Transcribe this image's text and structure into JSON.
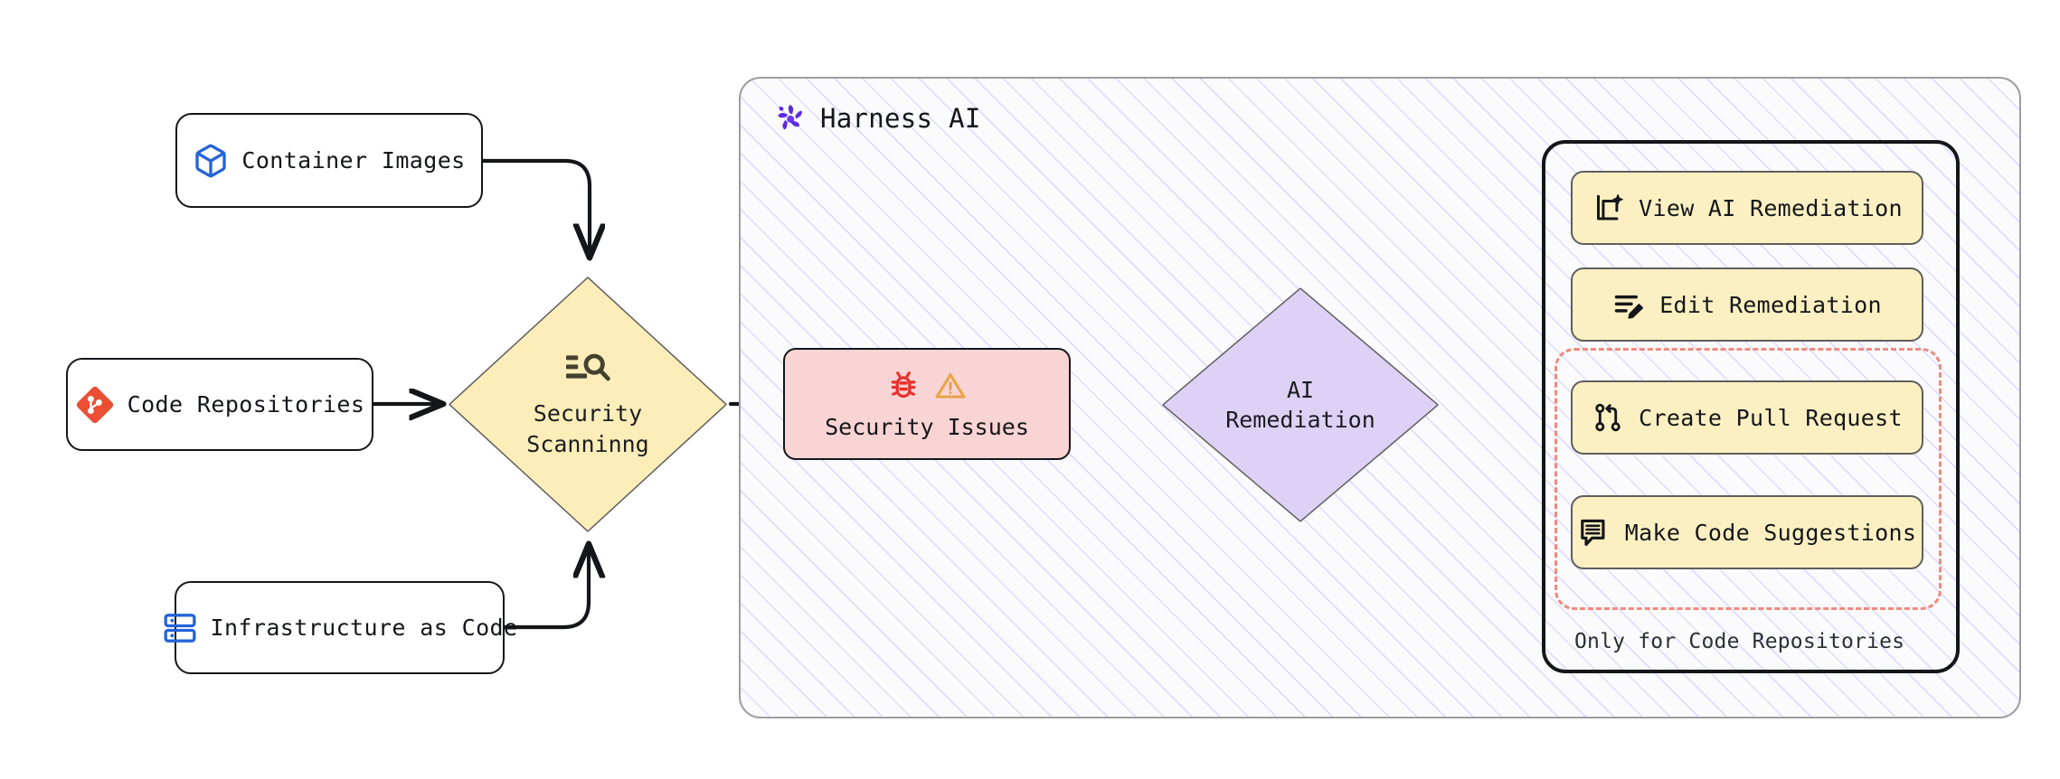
{
  "diagram": {
    "title": "Harness AI security scanning and AI remediation flow",
    "colors": {
      "container_border": "#9e9e9e",
      "container_stripe": "#6c63ff",
      "scan_fill": "#fcedb9",
      "issues_fill": "#f9d4d4",
      "remediation_fill": "#ddd1f5",
      "action_fill": "#fcf0c2",
      "dashed_border": "#f08a7e",
      "harness_purple": "#5b2ae0",
      "container_icon_blue": "#2563d9",
      "git_red": "#ec4e34",
      "bug_red": "#e8302a",
      "warning_orange": "#e8a44a"
    }
  },
  "inputs": [
    {
      "id": "container-images",
      "label": "Container Images",
      "icon": "cube-icon"
    },
    {
      "id": "code-repositories",
      "label": "Code Repositories",
      "icon": "git-icon"
    },
    {
      "id": "infrastructure-as-code",
      "label": "Infrastructure as Code",
      "icon": "server-icon"
    }
  ],
  "scan": {
    "line1": "Security",
    "line2": "Scanninng",
    "icon": "scan-search-icon"
  },
  "issues": {
    "label": "Security Issues",
    "icons": [
      "bug-icon",
      "warning-triangle-icon"
    ]
  },
  "harness": {
    "title": "Harness AI",
    "logo_icon": "harness-logo-icon"
  },
  "remediation": {
    "line1": "AI",
    "line2": "Remediation"
  },
  "actions": [
    {
      "id": "view-ai-remediation",
      "label": "View AI Remediation",
      "icon": "ai-document-icon"
    },
    {
      "id": "edit-remediation",
      "label": "Edit Remediation",
      "icon": "edit-lines-icon"
    },
    {
      "id": "create-pull-request",
      "label": "Create Pull Request",
      "icon": "pull-request-icon"
    },
    {
      "id": "make-code-suggestions",
      "label": "Make Code Suggestions",
      "icon": "comment-lines-icon"
    }
  ],
  "dashed_group": {
    "note": "Only for Code Repositories"
  }
}
